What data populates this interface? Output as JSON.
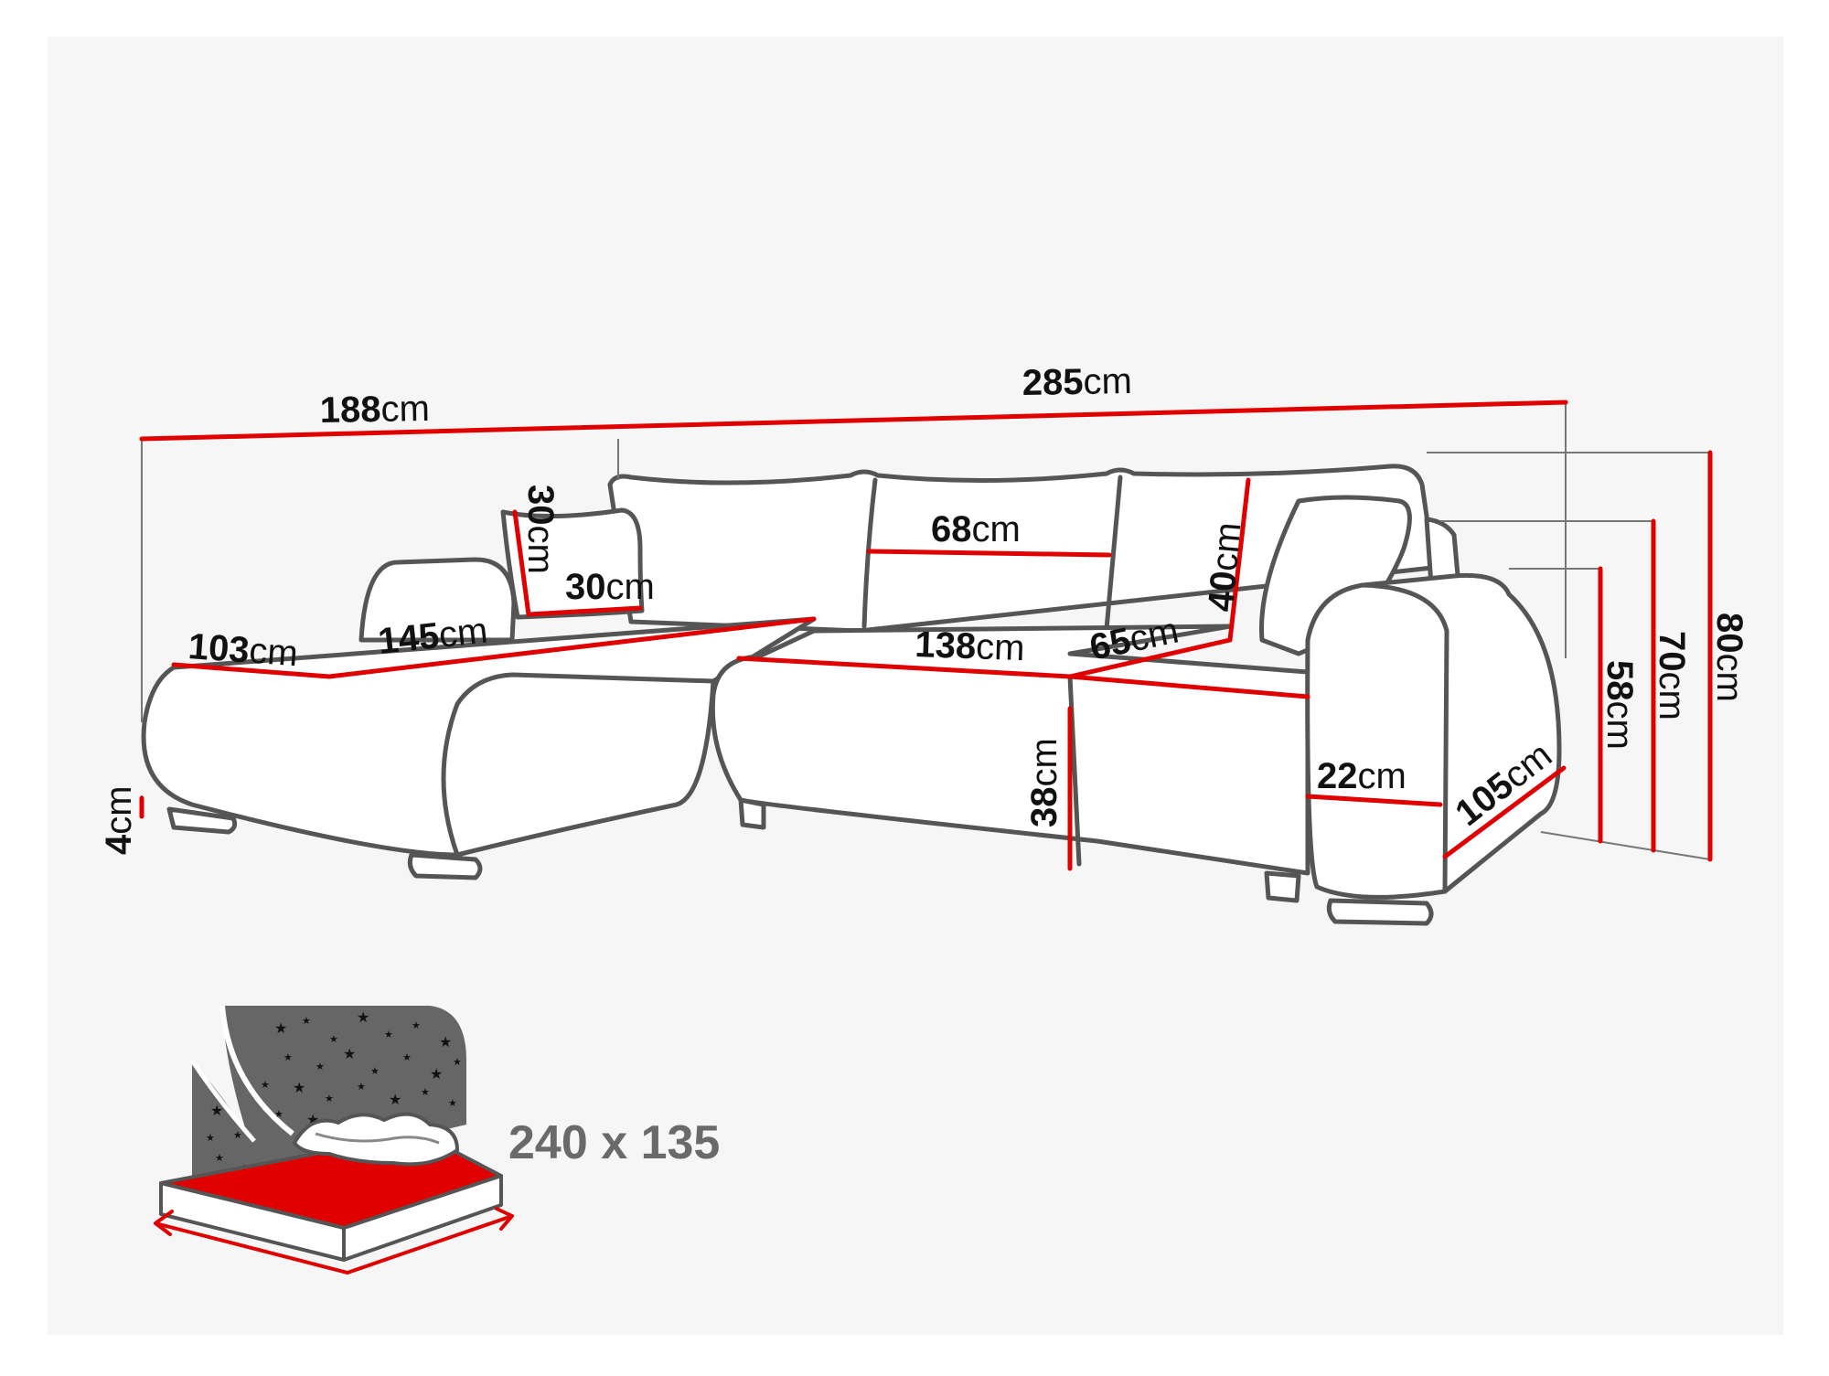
{
  "colors": {
    "background": "#ffffff",
    "panel": "#f6f6f6",
    "outline": "#555555",
    "dimension_line": "#e00000",
    "guide_line": "#777777",
    "text": "#111111",
    "bed_label": "#6a6a6a",
    "night_sky": "#666666"
  },
  "units": {
    "cm": "cm"
  },
  "dimensions": {
    "total_width_left": {
      "value": "188"
    },
    "total_width_right": {
      "value": "285"
    },
    "pillow_height": {
      "value": "30"
    },
    "pillow_width": {
      "value": "30"
    },
    "backrest_width": {
      "value": "68"
    },
    "backrest_height": {
      "value": "40"
    },
    "chaise_depth": {
      "value": "103"
    },
    "chaise_length": {
      "value": "145"
    },
    "seat_length": {
      "value": "138"
    },
    "seat_depth": {
      "value": "65"
    },
    "seat_height": {
      "value": "38"
    },
    "leg_height": {
      "value": "4"
    },
    "armrest_width": {
      "value": "22"
    },
    "side_depth": {
      "value": "105"
    },
    "armrest_height": {
      "value": "58"
    },
    "back_height": {
      "value": "70"
    },
    "total_height": {
      "value": "80"
    }
  },
  "bed": {
    "label": "240 x 135"
  },
  "icons": [
    "corner-sofa-drawing",
    "sleeping-bed-icon",
    "starry-sky-icon"
  ]
}
